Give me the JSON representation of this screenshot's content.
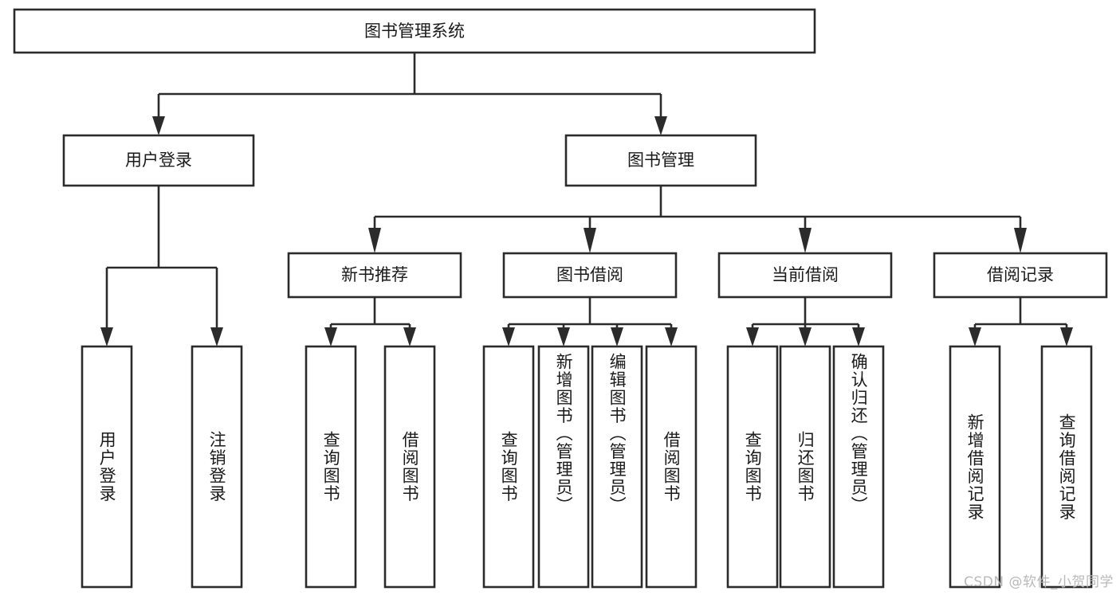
{
  "diagram": {
    "title": "图书管理系统",
    "type": "tree",
    "watermark": "CSDN @软件_小贺同学",
    "colors": {
      "stroke": "#2b2b2b",
      "fill": "#ffffff",
      "text": "#1a1a1a",
      "watermark": "#b9b9b9",
      "background": "#ffffff"
    },
    "root": {
      "id": "root",
      "label": "图书管理系统"
    },
    "level2": [
      {
        "id": "user-login",
        "label": "用户登录"
      },
      {
        "id": "book-management",
        "label": "图书管理"
      }
    ],
    "level3": [
      {
        "id": "new-book-recommend",
        "label": "新书推荐",
        "parent": "book-management"
      },
      {
        "id": "book-borrow",
        "label": "图书借阅",
        "parent": "book-management"
      },
      {
        "id": "current-borrow",
        "label": "当前借阅",
        "parent": "book-management"
      },
      {
        "id": "borrow-record",
        "label": "借阅记录",
        "parent": "book-management"
      }
    ],
    "leaves": [
      {
        "id": "leaf-user-login",
        "label": "用户登录",
        "parent": "user-login"
      },
      {
        "id": "leaf-logout-login",
        "label": "注销登录",
        "parent": "user-login"
      },
      {
        "id": "leaf-query-book-1",
        "label": "查询图书",
        "parent": "new-book-recommend"
      },
      {
        "id": "leaf-borrow-book-1",
        "label": "借阅图书",
        "parent": "new-book-recommend"
      },
      {
        "id": "leaf-query-book-2",
        "label": "查询图书",
        "parent": "book-borrow"
      },
      {
        "id": "leaf-add-book",
        "label": "新增图书（管理员）",
        "parent": "book-borrow"
      },
      {
        "id": "leaf-edit-book",
        "label": "编辑图书（管理员）",
        "parent": "book-borrow"
      },
      {
        "id": "leaf-borrow-book-2",
        "label": "借阅图书",
        "parent": "book-borrow"
      },
      {
        "id": "leaf-query-book-3",
        "label": "查询图书",
        "parent": "current-borrow"
      },
      {
        "id": "leaf-return-book",
        "label": "归还图书",
        "parent": "current-borrow"
      },
      {
        "id": "leaf-confirm-return",
        "label": "确认归还（管理员）",
        "parent": "current-borrow"
      },
      {
        "id": "leaf-add-record",
        "label": "新增借阅记录",
        "parent": "borrow-record"
      },
      {
        "id": "leaf-query-record",
        "label": "查询借阅记录",
        "parent": "borrow-record"
      }
    ]
  }
}
